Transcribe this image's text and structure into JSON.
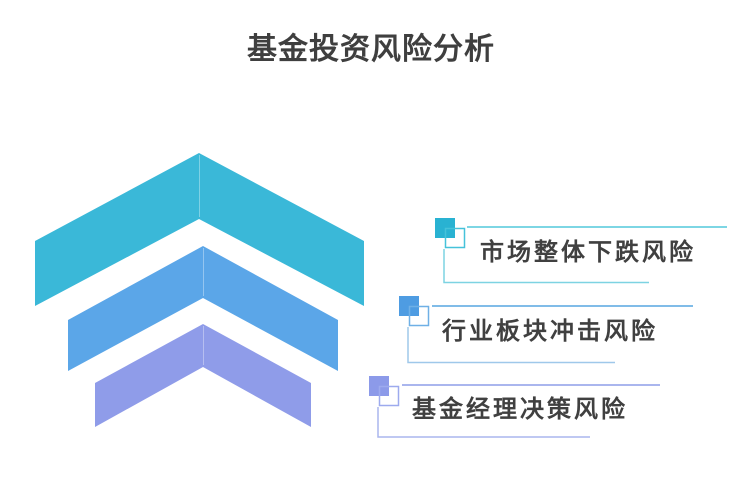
{
  "title": "基金投资风险分析",
  "text_color": "#3f3f3f",
  "background_color": "#ffffff",
  "chevrons": [
    {
      "id": 1,
      "label_ref": "市场整体下跌风险",
      "color": "#3ab8d8"
    },
    {
      "id": 2,
      "label_ref": "行业板块冲击风险",
      "color": "#5ba6e8"
    },
    {
      "id": 3,
      "label_ref": "基金经理决策风险",
      "color": "#8f9ce9"
    }
  ],
  "labels": [
    {
      "text": "市场整体下跌风险",
      "square_color": "#29b2d2",
      "outline_color": "#45c2da",
      "top_line_color": "#52c8db",
      "underline_color": "#7dd3e2"
    },
    {
      "text": "行业板块冲击风险",
      "square_color": "#4e9ce2",
      "outline_color": "#6fb0e6",
      "top_line_color": "#57a5e0",
      "underline_color": "#9fc8ea"
    },
    {
      "text": "基金经理决策风险",
      "square_color": "#8c9ae9",
      "outline_color": "#9daaee",
      "top_line_color": "#8e9ee9",
      "underline_color": "#aab6ee"
    }
  ]
}
